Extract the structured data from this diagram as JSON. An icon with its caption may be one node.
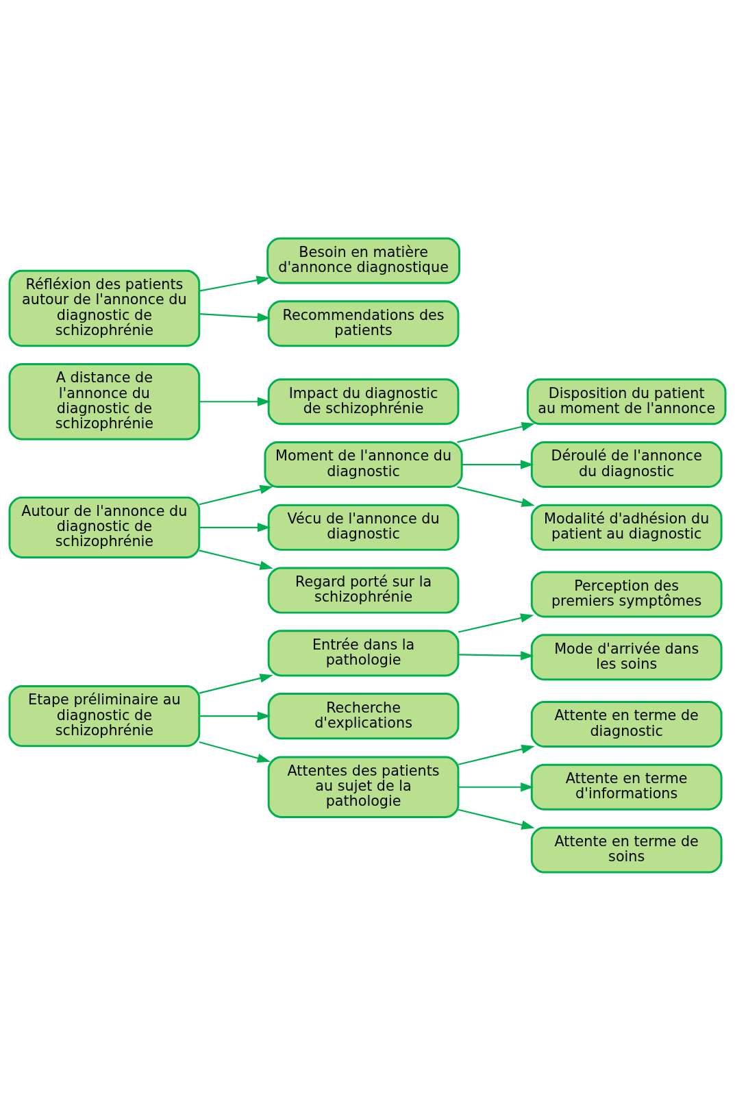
{
  "diagram": {
    "nodes": [
      {
        "text": [
          "Etape préliminaire au diagnostic de schizophrénie"
        ]
      },
      {
        "text": [
          "Entrée dans la pathologie"
        ]
      },
      {
        "text": [
          "Perception des premiers symptômes"
        ]
      },
      {
        "text": [
          "Mode d'arrivée dans les soins"
        ]
      },
      {
        "text": [
          "Recherche d'explications"
        ]
      },
      {
        "text": [
          "Attentes des patients au sujet de la pathologie"
        ]
      },
      {
        "text": [
          "Attente en terme de diagnostic"
        ]
      },
      {
        "text": [
          "Attente en terme d'informations"
        ]
      },
      {
        "text": [
          "Attente en terme de soins"
        ]
      },
      {
        "text": [
          "Autour de l'annonce du diagnostic de schizophrénie"
        ]
      },
      {
        "text": [
          "Moment de l'annonce du diagnostic"
        ]
      },
      {
        "text": [
          "Disposition du patient au moment de l'annonce"
        ]
      },
      {
        "text": [
          "Déroulé de l'annonce du diagnostic"
        ]
      },
      {
        "text": [
          "Modalité d'adhésion du patient au diagnostic"
        ]
      },
      {
        "text": [
          "Vécu de l'annonce du diagnostic"
        ]
      },
      {
        "text": [
          "Regard porté sur la schizophrénie"
        ]
      },
      {
        "text": [
          "A distance de l'annonce du diagnostic de schizophrénie"
        ]
      },
      {
        "text": [
          "Impact du diagnostic de schizophrénie"
        ]
      },
      {
        "text": [
          "Réfléxion des patients autour de l'annonce du diagnostic de schizophrénie"
        ]
      },
      {
        "text": [
          "Besoin en matière d'annonce diagnostique"
        ]
      },
      {
        "text": [
          "Recommendations des patients"
        ]
      }
    ],
    "edges": [
      {
        "from": 0,
        "to": 1,
        "arrow": "to"
      },
      {
        "from": 0,
        "to": 4,
        "arrow": "to"
      },
      {
        "from": 0,
        "to": 5,
        "arrow": "to"
      },
      {
        "from": 1,
        "to": 2,
        "arrow": "to"
      },
      {
        "from": 1,
        "to": 3,
        "arrow": "to"
      },
      {
        "from": 5,
        "to": 6,
        "arrow": "to"
      },
      {
        "from": 5,
        "to": 7,
        "arrow": "to"
      },
      {
        "from": 5,
        "to": 8,
        "arrow": "to"
      },
      {
        "from": 9,
        "to": 10,
        "arrow": "to"
      },
      {
        "from": 9,
        "to": 14,
        "arrow": "to"
      },
      {
        "from": 9,
        "to": 15,
        "arrow": "to"
      },
      {
        "from": 10,
        "to": 11,
        "arrow": "to"
      },
      {
        "from": 10,
        "to": 12,
        "arrow": "to"
      },
      {
        "from": 10,
        "to": 13,
        "arrow": "to"
      },
      {
        "from": 16,
        "to": 17,
        "arrow": "to"
      },
      {
        "from": 18,
        "to": 19,
        "arrow": "to"
      },
      {
        "from": 18,
        "to": 20,
        "arrow": "to"
      }
    ]
  }
}
